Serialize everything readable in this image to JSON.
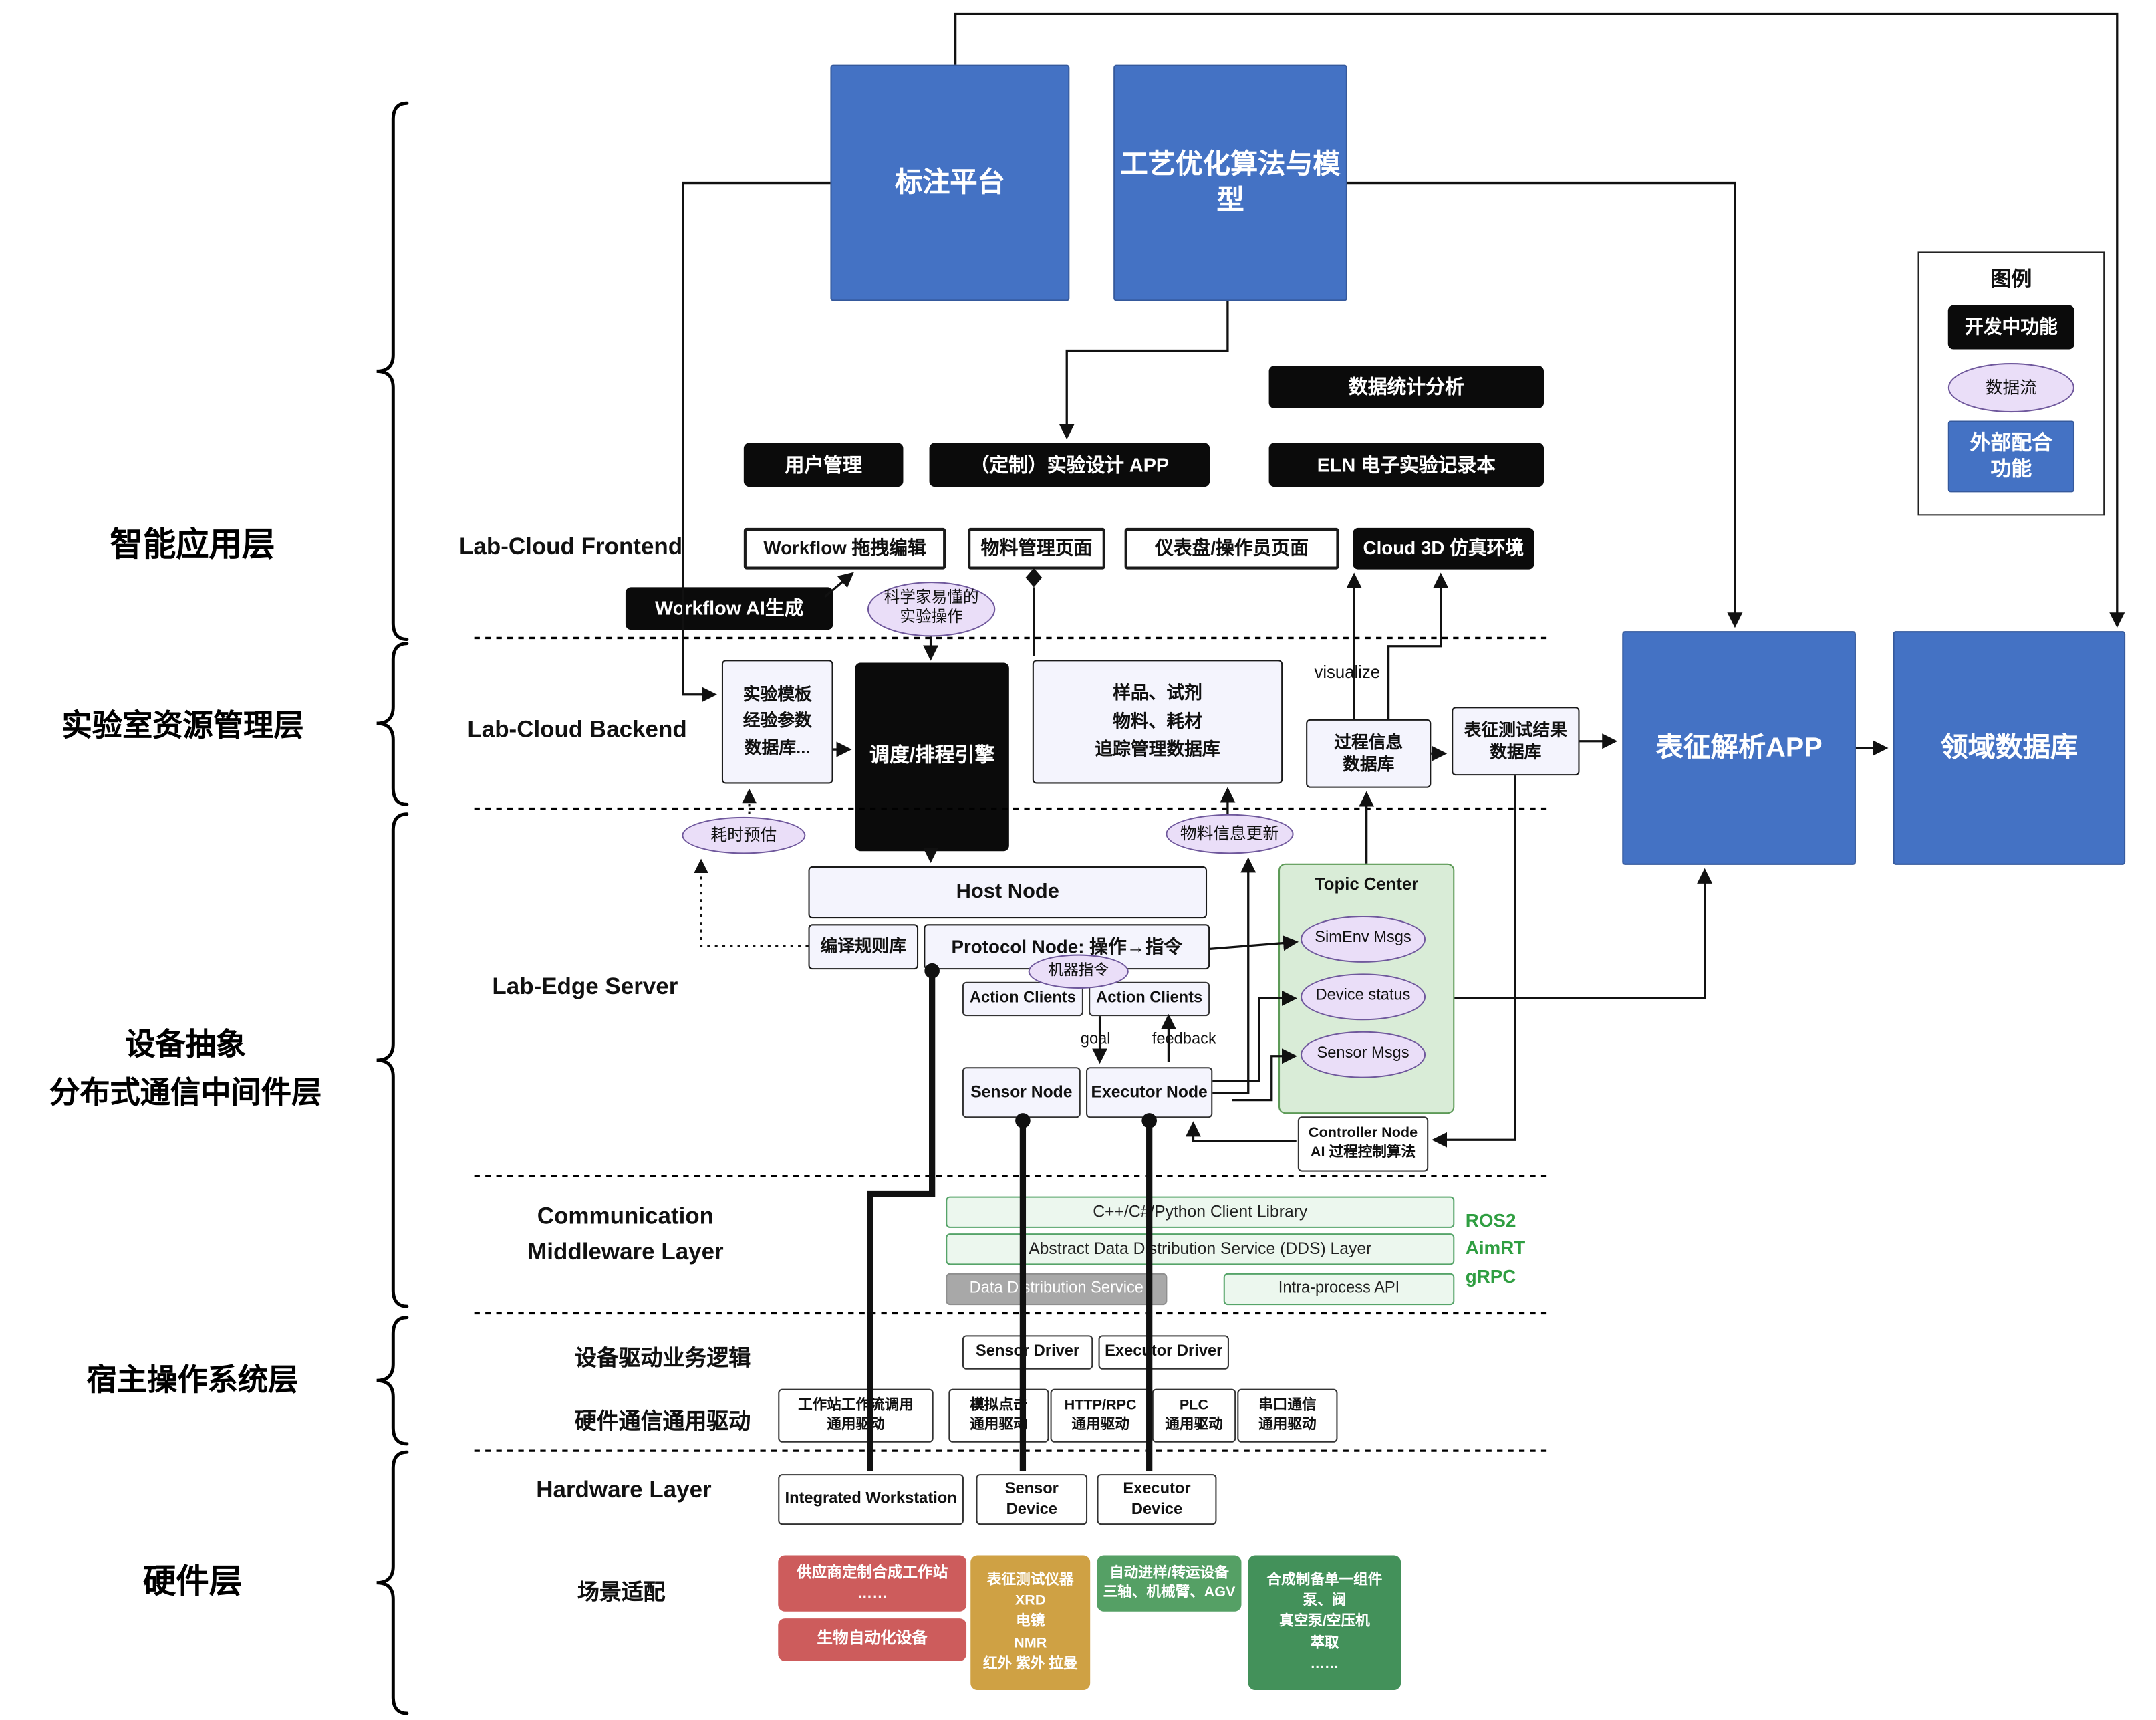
{
  "legend": {
    "title": "图例",
    "dev": "开发中功能",
    "flow": "数据流",
    "external": "外部配合\n功能"
  },
  "top": {
    "annotation_platform": "标注平台",
    "process_opt_model": "工艺优化算法与模型"
  },
  "app": {
    "side": "智能应用层",
    "frontend": "Lab-Cloud Frontend",
    "stats": "数据统计分析",
    "user_mgmt": "用户管理",
    "custom_app": "（定制）实验设计 APP",
    "eln": "ELN 电子实验记录本",
    "workflow_edit": "Workflow 拖拽编辑",
    "material_page": "物料管理页面",
    "dashboard": "仪表盘/操作员页面",
    "cloud3d": "Cloud 3D 仿真环境",
    "workflow_ai": "Workflow AI生成",
    "sci_ops": "科学家易懂的\n实验操作"
  },
  "res": {
    "side": "实验室资源管理层",
    "backend": "Lab-Cloud Backend",
    "template_db": "实验模板\n经验参数\n数据库...",
    "scheduler": "调度/排程引擎",
    "sample_db": "样品、试剂\n物料、耗材\n追踪管理数据库",
    "process_db": "过程信息\n数据库",
    "visualize": "visualize",
    "char_db": "表征测试结果\n数据库",
    "char_app": "表征解析APP",
    "domain_db": "领域数据库"
  },
  "edge": {
    "side": "设备抽象\n分布式通信中间件层",
    "server": "Lab-Edge Server",
    "time_est": "耗时预估",
    "material_update": "物料信息更新",
    "host_node": "Host Node",
    "compile_rules": "编译规则库",
    "protocol_node": "Protocol Node: 操作→指令",
    "machine_cmd": "机器指令",
    "action_clients_a": "Action Clients",
    "action_clients_b": "Action Clients",
    "goal": "goal",
    "feedback": "feedback",
    "sensor_node": "Sensor Node",
    "executor_node": "Executor Node",
    "topic_center": "Topic Center",
    "simenv": "SimEnv Msgs",
    "device_status": "Device status",
    "sensor_msgs": "Sensor Msgs",
    "controller": "Controller Node\nAI 过程控制算法"
  },
  "comm": {
    "label": "Communication\nMiddleware Layer",
    "client_lib": "C++/C#/Python Client Library",
    "dds_abstract": "Abstract Data Distribution Service (DDS) Layer",
    "dds": "Data Distribution Service",
    "intra": "Intra-process API",
    "stack": "ROS2\nAimRT\ngRPC"
  },
  "hostos": {
    "side": "宿主操作系统层",
    "driver_logic": "设备驱动业务逻辑",
    "sensor_driver": "Sensor Driver",
    "executor_driver": "Executor Driver",
    "hw_comm": "硬件通信通用驱动",
    "drivers": [
      "工作站工作流调用\n通用驱动",
      "模拟点击\n通用驱动",
      "HTTP/RPC\n通用驱动",
      "PLC\n通用驱动",
      "串口通信\n通用驱动"
    ]
  },
  "hw": {
    "side": "硬件层",
    "label": "Hardware Layer",
    "workstation": "Integrated Workstation",
    "sensor_device": "Sensor Device",
    "executor_device": "Executor Device",
    "scenario": "场景适配",
    "vendor": "供应商定制合成工作站\n……",
    "bio": "生物自动化设备",
    "char_inst": "表征测试仪器\nXRD\n电镜\nNMR\n红外 紫外 拉曼",
    "transfer": "自动进样/转运设备\n三轴、机械臂、AGV",
    "synth": "合成制备单一组件\n泵、阀\n真空泵/空压机\n萃取\n……"
  },
  "colors": {
    "blue": "#4472c4",
    "black": "#0b0b0b",
    "purple_fill": "#eadef8",
    "purple_border": "#6f589c",
    "green_fill": "#d9ecd7",
    "green_border": "#5d9a57",
    "bar_fill": "#ecf7ee",
    "bar_border": "#56a469",
    "gray": "#a8a8a8",
    "red": "#cd5c5c",
    "gold": "#cfa144",
    "green_dev1": "#55a065",
    "green_dev2": "#43915a",
    "stack_green": "#2f9e41"
  }
}
